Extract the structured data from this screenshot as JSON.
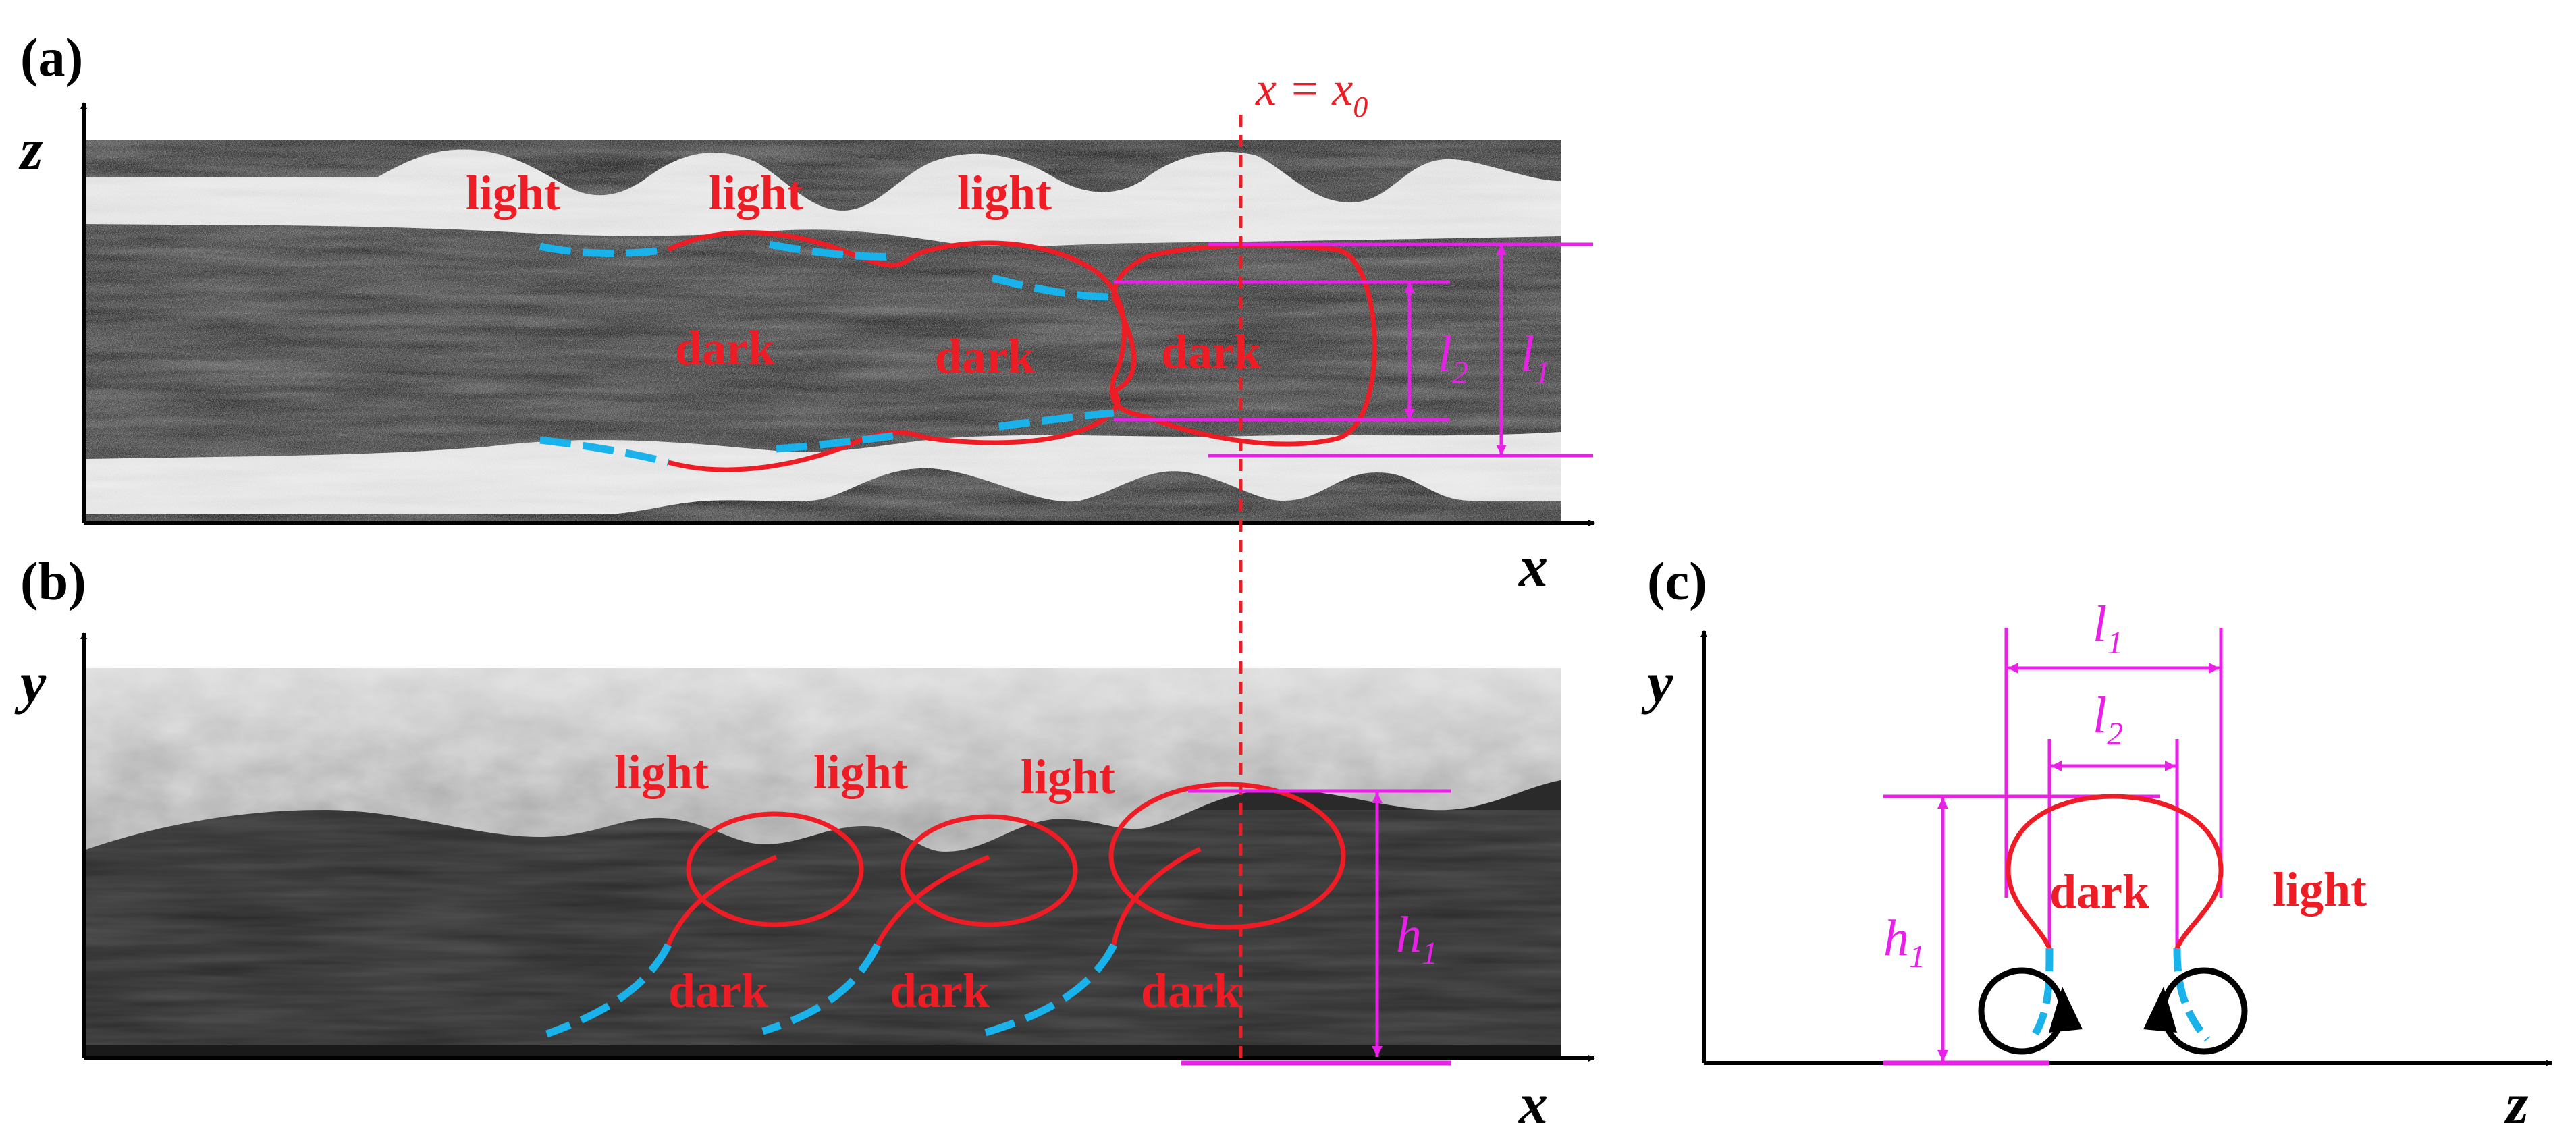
{
  "panels": {
    "a": {
      "label": "(a)",
      "axis_x": "x",
      "axis_z": "z",
      "cut_line": {
        "lhs": "x = x",
        "sub": "0"
      },
      "light_labels": [
        "light",
        "light",
        "light"
      ],
      "dark_labels": [
        "dark",
        "dark",
        "dark"
      ],
      "dim_l2": {
        "main": "l",
        "sub": "2"
      },
      "dim_l1": {
        "main": "l",
        "sub": "1"
      }
    },
    "b": {
      "label": "(b)",
      "axis_x": "x",
      "axis_y": "y",
      "light_labels": [
        "light",
        "light",
        "light"
      ],
      "dark_labels": [
        "dark",
        "dark",
        "dark"
      ],
      "dim_h1": {
        "main": "h",
        "sub": "1"
      }
    },
    "c": {
      "label": "(c)",
      "axis_z": "z",
      "axis_y": "y",
      "dark_label": "dark",
      "light_label": "light",
      "dim_l1": {
        "main": "l",
        "sub": "1"
      },
      "dim_l2": {
        "main": "l",
        "sub": "2"
      },
      "dim_h1": {
        "main": "h",
        "sub": "1"
      }
    }
  },
  "colors": {
    "structure_red": "#ee1c24",
    "dimension_magenta": "#e820e8",
    "dashed_cyan": "#1ab2ea",
    "axis_black": "#000000",
    "image_dark": "#1e1e1e",
    "image_light": "#cfcfcf"
  }
}
